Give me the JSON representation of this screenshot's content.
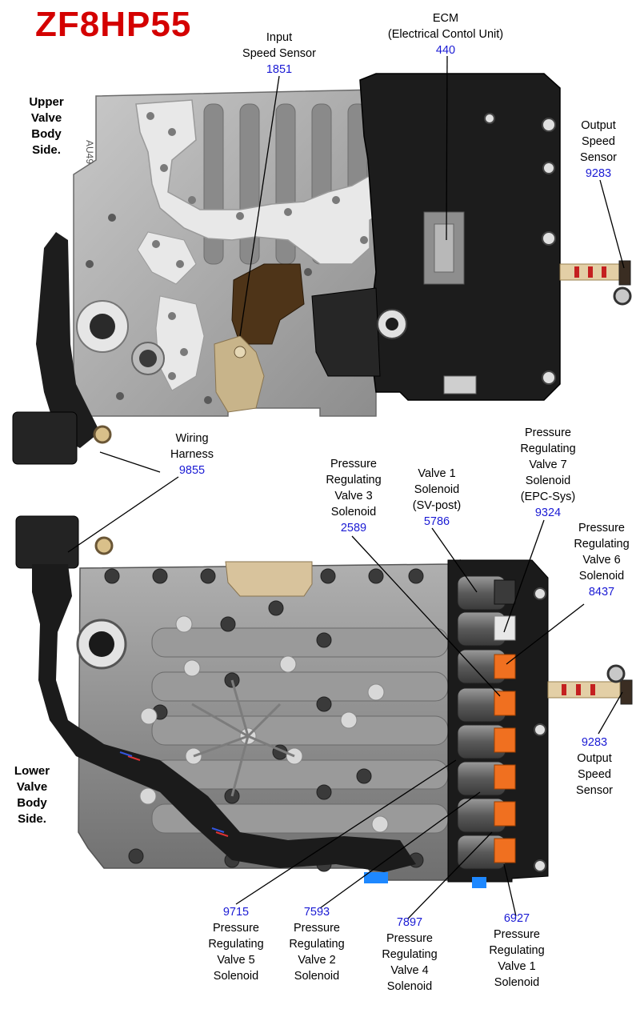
{
  "title": "ZF8HP55",
  "side_labels": {
    "upper": [
      "Upper",
      "Valve",
      "Body",
      "Side."
    ],
    "lower": [
      "Lower",
      "Valve",
      "Body",
      "Side."
    ]
  },
  "callouts": {
    "input_speed_sensor": {
      "lines": [
        "Input",
        "Speed Sensor"
      ],
      "number": "1851"
    },
    "ecm": {
      "lines": [
        "ECM",
        "(Electrical Contol Unit)"
      ],
      "number": "440"
    },
    "output_speed_sensor_top": {
      "lines": [
        "Output",
        "Speed",
        "Sensor"
      ],
      "number": "9283"
    },
    "wiring_harness": {
      "lines": [
        "Wiring",
        "Harness"
      ],
      "number": "9855"
    },
    "prv3": {
      "lines": [
        "Pressure",
        "Regulating",
        "Valve 3",
        "Solenoid"
      ],
      "number": "2589"
    },
    "valve1": {
      "lines": [
        "Valve 1",
        "Solenoid",
        "(SV-post)"
      ],
      "number": "5786"
    },
    "prv7": {
      "lines": [
        "Pressure",
        "Regulating",
        "Valve 7",
        "Solenoid",
        "(EPC-Sys)"
      ],
      "number": "9324"
    },
    "prv6": {
      "lines": [
        "Pressure",
        "Regulating",
        "Valve 6",
        "Solenoid"
      ],
      "number": "8437"
    },
    "output_speed_sensor_bottom": {
      "number": "9283",
      "lines": [
        "Output",
        "Speed",
        "Sensor"
      ]
    },
    "prv5": {
      "number": "9715",
      "lines": [
        "Pressure",
        "Regulating",
        "Valve 5",
        "Solenoid"
      ]
    },
    "prv2": {
      "number": "7593",
      "lines": [
        "Pressure",
        "Regulating",
        "Valve 2",
        "Solenoid"
      ]
    },
    "prv4": {
      "number": "7897",
      "lines": [
        "Pressure",
        "Regulating",
        "Valve 4",
        "Solenoid"
      ]
    },
    "prv1": {
      "number": "6927",
      "lines": [
        "Pressure",
        "Regulating",
        "Valve 1",
        "Solenoid"
      ]
    }
  },
  "colors": {
    "title": "#d40000",
    "number": "#1a1ad4",
    "solenoid": "#f07020",
    "housing": "#9a9a9a",
    "ecm_plate": "#1c1c1c"
  }
}
